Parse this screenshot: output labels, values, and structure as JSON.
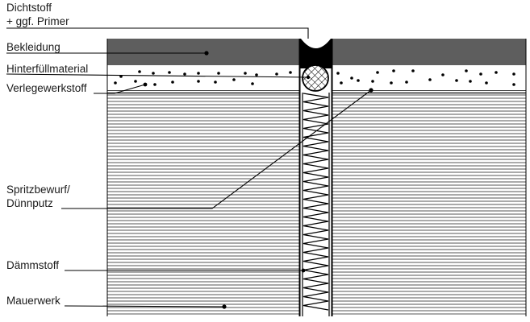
{
  "labels": {
    "dichtstoff_line1": "Dichtstoff",
    "dichtstoff_line2": "+ ggf. Primer",
    "bekleidung": "Bekleidung",
    "hinterfuellmaterial": "Hinterfüllmaterial",
    "verlegewerkstoff": "Verlegewerkstoff",
    "spritzbewurf_line1": "Spritzbewurf/",
    "spritzbewurf_line2": "Dünnputz",
    "daemmstoff": "Dämmstoff",
    "mauerwerk": "Mauerwerk"
  },
  "colors": {
    "bekleidung_fill": "#5e5e5e",
    "ink": "#000000",
    "hatch": "#555555",
    "background": "#ffffff"
  }
}
